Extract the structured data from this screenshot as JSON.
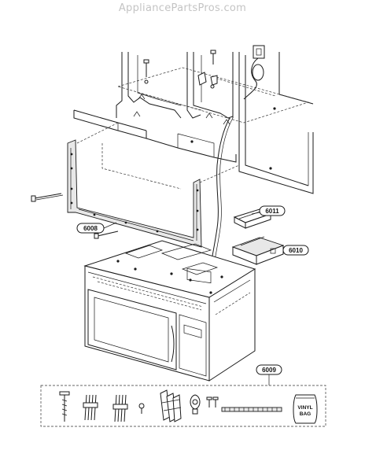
{
  "watermark": "AppliancePartsPros.com",
  "callouts": {
    "p6011": "6011",
    "p6010": "6010",
    "p6008": "6008",
    "p6009": "6009"
  },
  "bag_label_line1": "VINYL",
  "bag_label_line2": "BAG"
}
